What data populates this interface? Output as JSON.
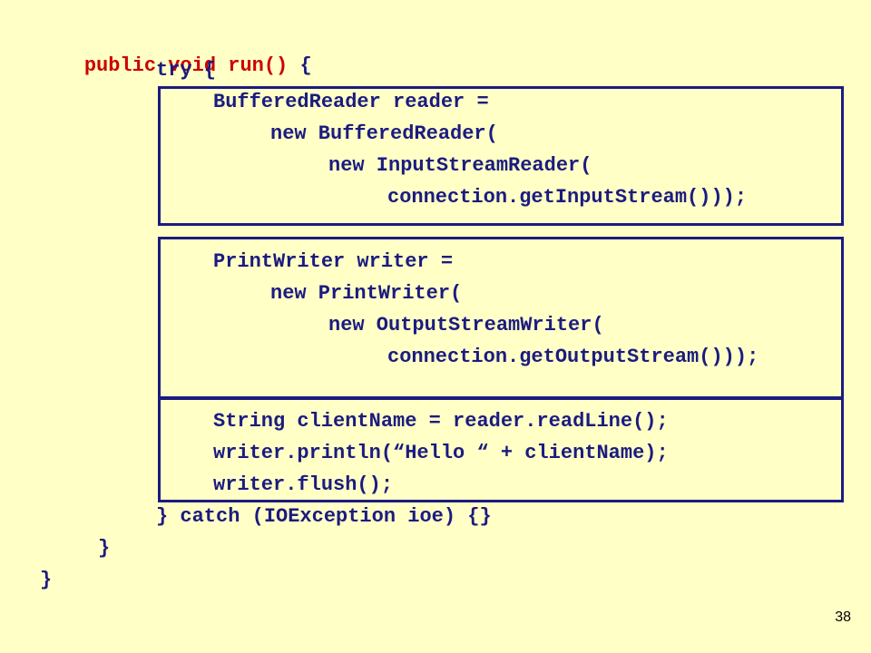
{
  "slide": {
    "page_number": "38",
    "colors": {
      "background": "#FFFFC6",
      "keyword": "#CC0000",
      "code": "#1B1B80",
      "frame": "#1B1B80"
    }
  },
  "code": {
    "header": {
      "keywords": "public void run()",
      "brace": " {"
    },
    "try": "try {",
    "reader_block": [
      "BufferedReader reader =",
      "new BufferedReader(",
      "new InputStreamReader(",
      "connection.getInputStream()));"
    ],
    "writer_block": [
      "PrintWriter writer =",
      "new PrintWriter(",
      "new OutputStreamWriter(",
      "connection.getOutputStream()));"
    ],
    "io_block": [
      "String clientName = reader.readLine();",
      "writer.println(“Hello “ + clientName);",
      "writer.flush();"
    ],
    "catch": "} catch (IOException ioe) {}",
    "method_close": "}",
    "class_close": "}"
  }
}
